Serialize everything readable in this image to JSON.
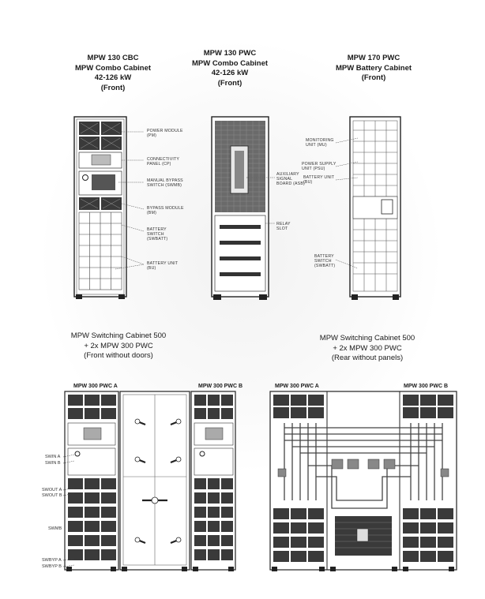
{
  "top_captions": [
    {
      "lines": [
        "MPW 130 CBC",
        "MPW Combo Cabinet",
        "42-126 kW",
        "(Front)"
      ]
    },
    {
      "lines": [
        "MPW 130 PWC",
        "MPW Combo Cabinet",
        "42-126 kW",
        "(Front)"
      ]
    },
    {
      "lines": [
        "MPW 170 PWC",
        "MPW Battery Cabinet",
        "(Front)"
      ]
    }
  ],
  "cabinet1_labels": [
    [
      "POWER MODULE",
      "(PM)"
    ],
    [
      "CONNECTIVITY",
      "PANEL (CP)"
    ],
    [
      "MANUAL BYPASS",
      "SWITCH (SWMB)"
    ],
    [
      "BYPASS MODULE",
      "(BM)"
    ],
    [
      "BATTERY",
      "SWITCH",
      "(SWBATT)"
    ],
    [
      "BATTERY UNIT",
      "(BU)"
    ]
  ],
  "cabinet2_labels": [
    [
      "AUXILIARY",
      "SIGNAL",
      "BOARD (ASB)"
    ],
    [
      "RELAY",
      "SLOT"
    ]
  ],
  "cabinet3_labels": [
    [
      "MONITORING",
      "UNIT (MU)"
    ],
    [
      "POWER SUPPLY",
      "UNIT (PSU)"
    ],
    [
      "BATTERY UNIT",
      "(BU)"
    ],
    [
      "BATTERY",
      "SWITCH",
      "(SWBATT)"
    ]
  ],
  "bottom_captions": [
    {
      "lines": [
        "MPW Switching Cabinet 500",
        "+ 2x MPW 300 PWC",
        "(Front without doors)"
      ]
    },
    {
      "lines": [
        "MPW Switching Cabinet 500",
        "+ 2x MPW 300 PWC",
        "(Rear without panels)"
      ]
    }
  ],
  "front_titles": {
    "left": "MPW 300 PWC A",
    "right": "MPW 300 PWC B"
  },
  "rear_titles": {
    "left": "MPW 300 PWC A",
    "right": "MPW 300 PWC B"
  },
  "switch_labels": [
    "SWIN A",
    "SWIN B",
    "SWOUT A",
    "SWOUT B",
    "SWMB",
    "SWBYP A",
    "SWBYP B"
  ]
}
